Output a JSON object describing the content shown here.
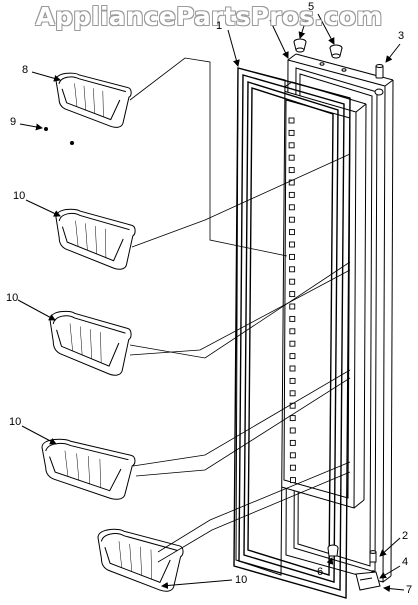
{
  "watermark": "AppliancePartsPros.com",
  "callouts": [
    {
      "id": "c1",
      "label": "1"
    },
    {
      "id": "c5",
      "label": "5"
    },
    {
      "id": "c3",
      "label": "3"
    },
    {
      "id": "c8",
      "label": "8"
    },
    {
      "id": "c9",
      "label": "9"
    },
    {
      "id": "c10a",
      "label": "10"
    },
    {
      "id": "c10b",
      "label": "10"
    },
    {
      "id": "c10c",
      "label": "10"
    },
    {
      "id": "c10d",
      "label": "10"
    },
    {
      "id": "c2",
      "label": "2"
    },
    {
      "id": "c6",
      "label": "6"
    },
    {
      "id": "c4",
      "label": "4"
    },
    {
      "id": "c7",
      "label": "7"
    }
  ]
}
